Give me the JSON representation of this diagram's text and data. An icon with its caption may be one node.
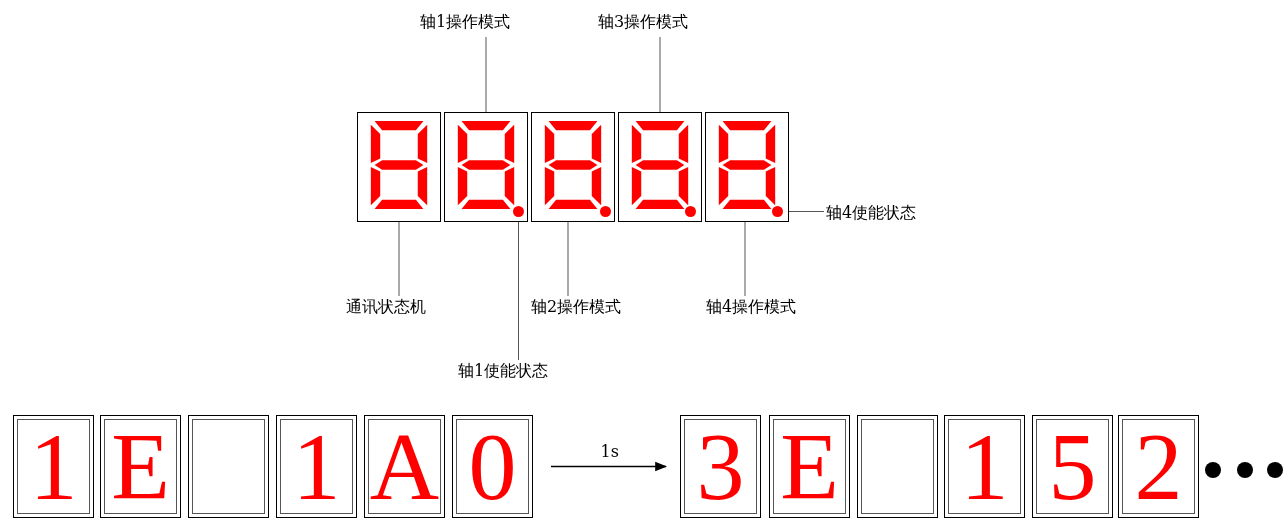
{
  "diagram": {
    "nodes": [
      {
        "text": [
          "轴1操作模式"
        ]
      },
      {
        "text": [
          "轴3操作模式"
        ]
      },
      {
        "text": [],
        "shape": "box"
      },
      {
        "text": [],
        "shape": "box"
      },
      {
        "text": [],
        "shape": "circle",
        "in": 3
      },
      {
        "text": [],
        "shape": "box"
      },
      {
        "text": [],
        "shape": "circle",
        "in": 5
      },
      {
        "text": [],
        "shape": "box"
      },
      {
        "text": [],
        "shape": "circle",
        "in": 7
      },
      {
        "text": [],
        "shape": "box"
      },
      {
        "text": [],
        "shape": "circle",
        "in": 9
      },
      {
        "text": [
          "轴4使能状态"
        ]
      },
      {
        "text": [
          "通讯状态机"
        ]
      },
      {
        "text": [
          "轴2操作模式"
        ]
      },
      {
        "text": [
          "轴4操作模式"
        ]
      },
      {
        "text": [
          "轴1使能状态"
        ]
      },
      {
        "text": [
          "1"
        ]
      },
      {
        "text": [
          "E"
        ]
      },
      {
        "text": [],
        "shape": "box"
      },
      {
        "text": [
          "1"
        ]
      },
      {
        "text": [
          "A"
        ]
      },
      {
        "text": [
          "0"
        ]
      },
      {
        "text": [
          "3"
        ]
      },
      {
        "text": [
          "E"
        ]
      },
      {
        "text": [],
        "shape": "box"
      },
      {
        "text": [
          "1"
        ]
      },
      {
        "text": [
          "5"
        ]
      },
      {
        "text": [
          "2"
        ]
      }
    ],
    "edges": [
      {
        "from": 0,
        "to": 3,
        "arrow": "none"
      },
      {
        "from": 1,
        "to": 7,
        "arrow": "none"
      },
      {
        "from": 12,
        "to": 2,
        "arrow": "none"
      },
      {
        "from": 15,
        "to": 4,
        "arrow": "none"
      },
      {
        "from": 13,
        "to": 5,
        "arrow": "none"
      },
      {
        "from": 14,
        "to": 9,
        "arrow": "none"
      },
      {
        "from": 11,
        "to": 10,
        "arrow": "none"
      },
      {
        "from": 21,
        "to": 22,
        "arrow": "to",
        "label": "1s"
      }
    ]
  }
}
